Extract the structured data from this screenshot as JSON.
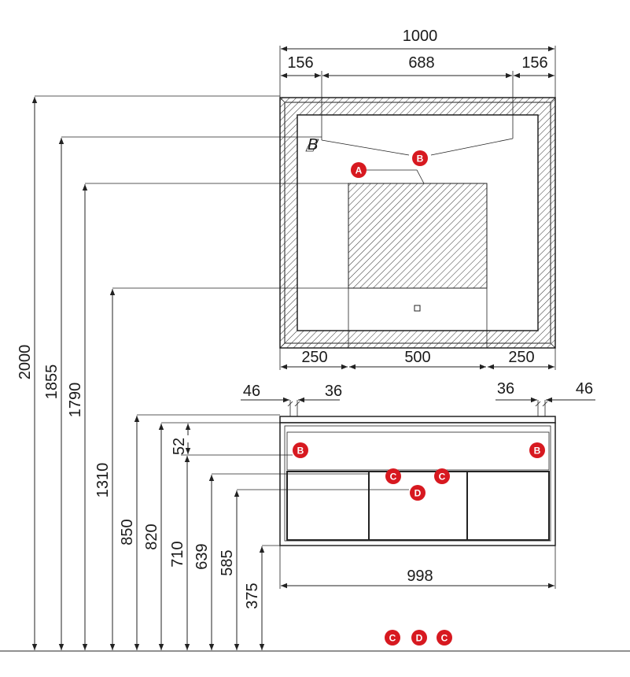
{
  "colors": {
    "line": "#222222",
    "marker": "#d71920",
    "background": "#ffffff"
  },
  "mirror": {
    "width": "1000",
    "border_left": "156",
    "led_span": "688",
    "border_right": "156",
    "panel_left": "250",
    "panel_width": "500",
    "panel_right": "250",
    "corner_letter": "B"
  },
  "cabinet": {
    "left_a": "46",
    "left_b": "36",
    "right_a": "36",
    "right_b": "46",
    "top_gap": "52",
    "width": "998"
  },
  "heights": [
    "2000",
    "1855",
    "1790",
    "1310",
    "850",
    "820",
    "710",
    "639",
    "585",
    "375"
  ],
  "markers": {
    "mirror_a": "A",
    "mirror_b": "B",
    "cab_b_left": "B",
    "cab_b_right": "B",
    "cab_c1": "C",
    "cab_c2": "C",
    "cab_d": "D",
    "legend": [
      "C",
      "D",
      "C"
    ]
  },
  "icons": {
    "marker": "circle-badge-icon",
    "arrow": "arrowhead-icon"
  }
}
